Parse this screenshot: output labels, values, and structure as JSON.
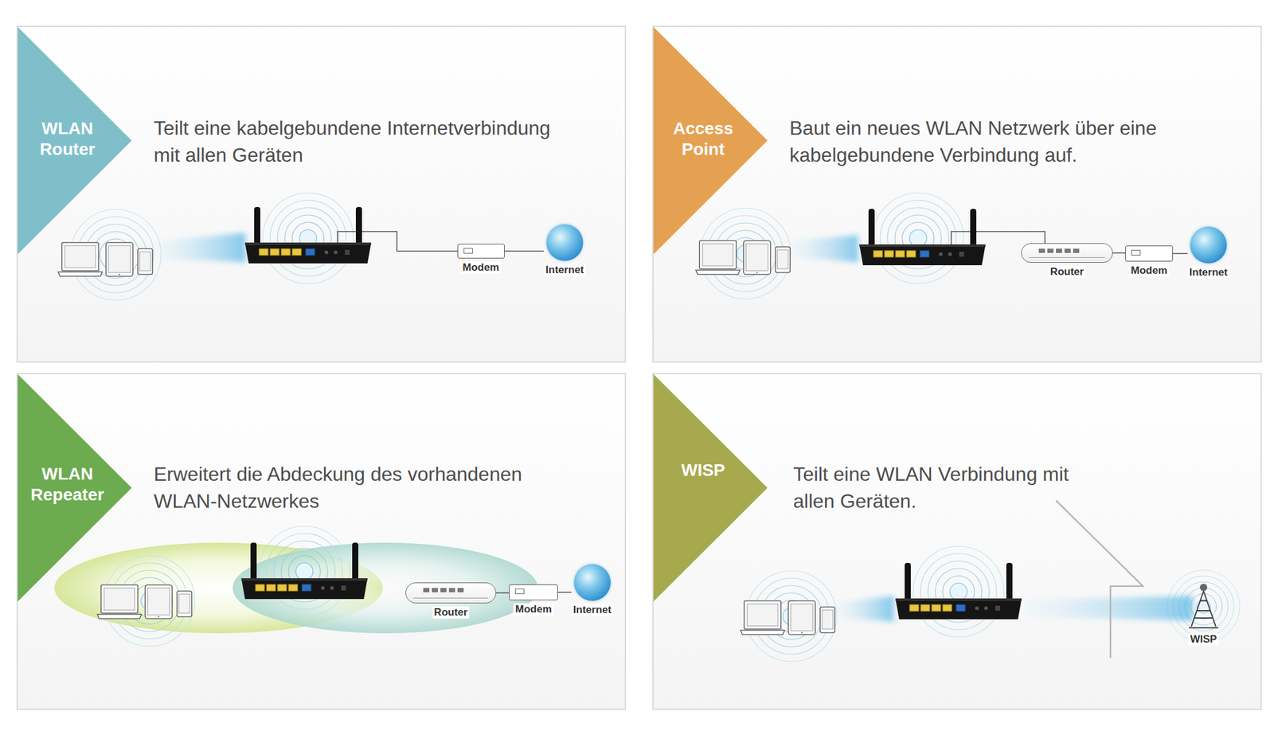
{
  "diagram": {
    "nodes": [
      {
        "text": [
          "Teilt eine kabelgebundene Internetverbindung mit allen Geräten"
        ]
      },
      {
        "text": [
          "WLAN Router"
        ],
        "in": 0
      },
      {
        "text": [
          "Modem"
        ],
        "in": 0
      },
      {
        "text": [
          "Internet"
        ],
        "in": 0
      },
      {
        "text": [
          "Baut ein neues WLAN Netzwerk über eine kabelgebundene Verbindung auf."
        ]
      },
      {
        "text": [
          "Access Point"
        ],
        "in": 4
      },
      {
        "text": [
          "Router"
        ],
        "in": 4
      },
      {
        "text": [
          "Modem"
        ],
        "in": 4
      },
      {
        "text": [
          "Internet"
        ],
        "in": 4
      },
      {
        "text": [
          "Erweitert die Abdeckung des vorhandenen WLAN-Netzwerkes"
        ]
      },
      {
        "text": [
          "WLAN Repeater"
        ],
        "in": 9
      },
      {
        "text": [
          "Router"
        ],
        "in": 9
      },
      {
        "text": [
          "Modem"
        ],
        "in": 9
      },
      {
        "text": [
          "Internet"
        ],
        "in": 9
      },
      {
        "text": [
          "Teilt eine WLAN Verbindung mit allen Geräten."
        ]
      },
      {
        "text": [
          "WISP"
        ],
        "in": 14
      },
      {
        "text": [
          "WISP"
        ],
        "in": 14
      }
    ],
    "edges": [
      {
        "from": 2,
        "to": 3,
        "arrow": "none"
      },
      {
        "from": 6,
        "to": 7,
        "arrow": "none"
      },
      {
        "from": 7,
        "to": 8,
        "arrow": "none"
      },
      {
        "from": 11,
        "to": 12,
        "arrow": "none"
      },
      {
        "from": 12,
        "to": 13,
        "arrow": "none"
      }
    ]
  }
}
